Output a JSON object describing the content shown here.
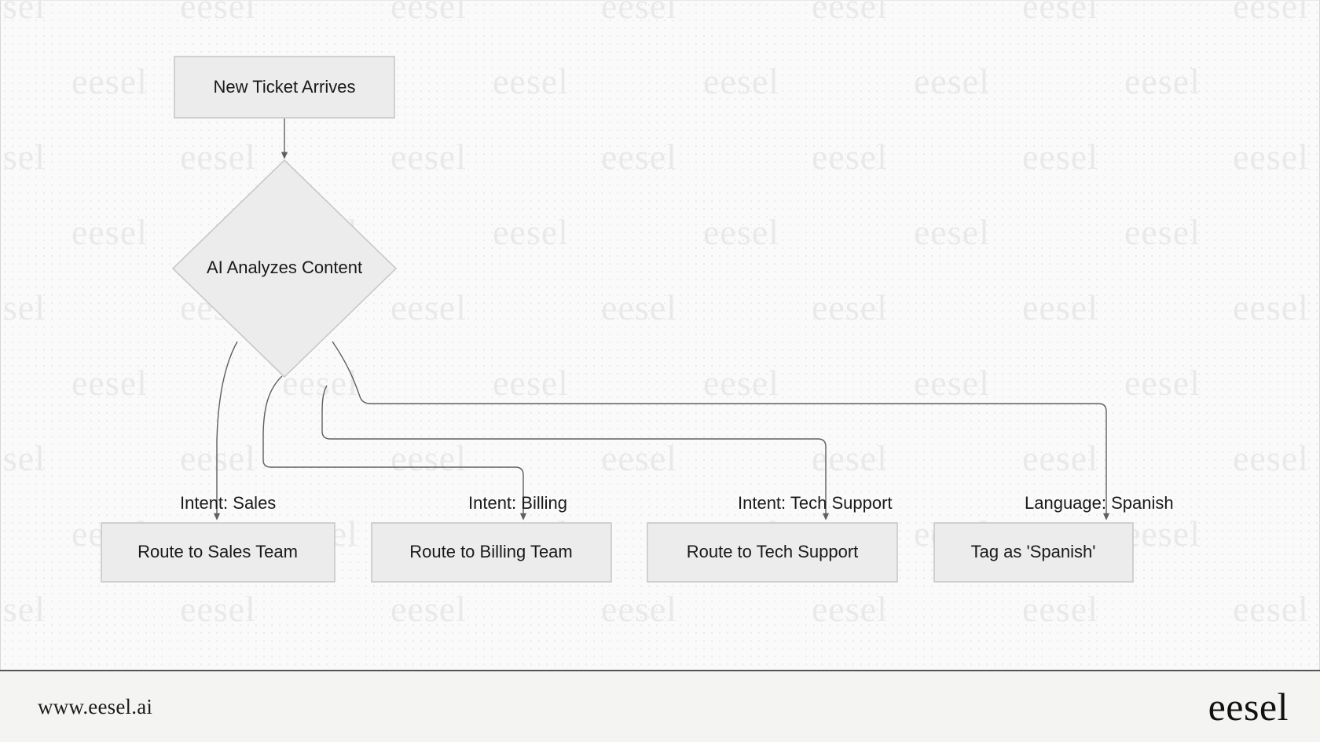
{
  "canvas": {
    "background_color": "#fafafa",
    "dot_color": "#e6e6e6",
    "border_color": "#d7d7d7",
    "watermark_text": "eesel",
    "watermark_color": "#e9e9e9"
  },
  "diagram": {
    "type": "flowchart",
    "node_fill": "#ececec",
    "node_stroke": "#c8c8c8",
    "edge_stroke": "#5f5f5f",
    "nodes": [
      {
        "id": "start",
        "shape": "rectangle",
        "label": "New Ticket Arrives"
      },
      {
        "id": "decide",
        "shape": "diamond",
        "label": "AI Analyzes Content"
      },
      {
        "id": "sales",
        "shape": "rectangle",
        "label": "Route to Sales Team"
      },
      {
        "id": "billing",
        "shape": "rectangle",
        "label": "Route to Billing Team"
      },
      {
        "id": "tech",
        "shape": "rectangle",
        "label": "Route to Tech Support"
      },
      {
        "id": "spanish",
        "shape": "rectangle",
        "label": "Tag as 'Spanish'"
      }
    ],
    "edges": [
      {
        "from": "start",
        "to": "decide",
        "label": ""
      },
      {
        "from": "decide",
        "to": "sales",
        "label": "Intent: Sales"
      },
      {
        "from": "decide",
        "to": "billing",
        "label": "Intent: Billing"
      },
      {
        "from": "decide",
        "to": "tech",
        "label": "Intent: Tech Support"
      },
      {
        "from": "decide",
        "to": "spanish",
        "label": "Language: Spanish"
      }
    ]
  },
  "footer": {
    "url": "www.eesel.ai",
    "logo": "eesel"
  }
}
